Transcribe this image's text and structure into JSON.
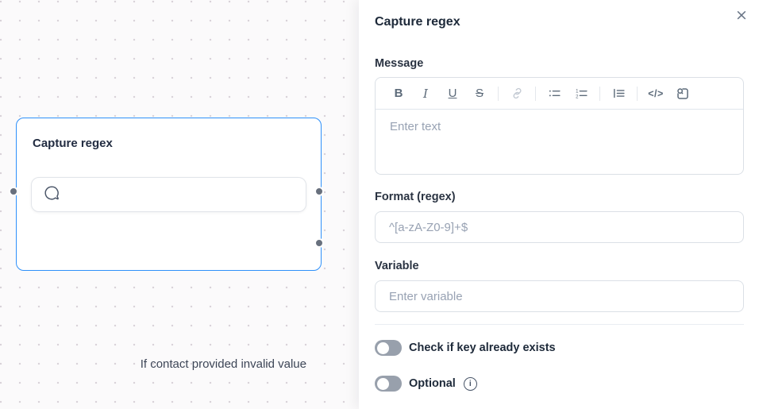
{
  "canvas": {
    "node": {
      "title": "Capture regex",
      "branch_label": "If contact provided invalid value"
    }
  },
  "panel": {
    "title": "Capture regex",
    "close_glyph": "×",
    "message": {
      "label": "Message",
      "placeholder": "Enter text",
      "toolbar": {
        "bold": "B",
        "italic": "I",
        "underline": "U",
        "strikethrough": "S",
        "code": "</>"
      },
      "toolbar_icons": [
        "bold",
        "italic",
        "underline",
        "strikethrough",
        "link",
        "bullet-list",
        "ordered-list",
        "blockquote",
        "code",
        "insert-variable"
      ]
    },
    "format": {
      "label": "Format (regex)",
      "placeholder": "^[a-zA-Z0-9]+$"
    },
    "variable": {
      "label": "Variable",
      "placeholder": "Enter variable"
    },
    "toggles": [
      {
        "label": "Check if key already exists",
        "state": "off"
      },
      {
        "label": "Optional",
        "state": "off",
        "info_glyph": "i"
      }
    ]
  },
  "colors": {
    "accent_blue": "#2e90fa",
    "canvas_bg": "#fbfafb",
    "panel_bg": "#ffffff",
    "input_border": "#dbe0e6",
    "placeholder": "#98a2b3",
    "text_dark": "#1d2939",
    "icon_gray": "#5d6b7a",
    "toggle_off": "#98a0ac",
    "port_gray": "#68707d"
  }
}
